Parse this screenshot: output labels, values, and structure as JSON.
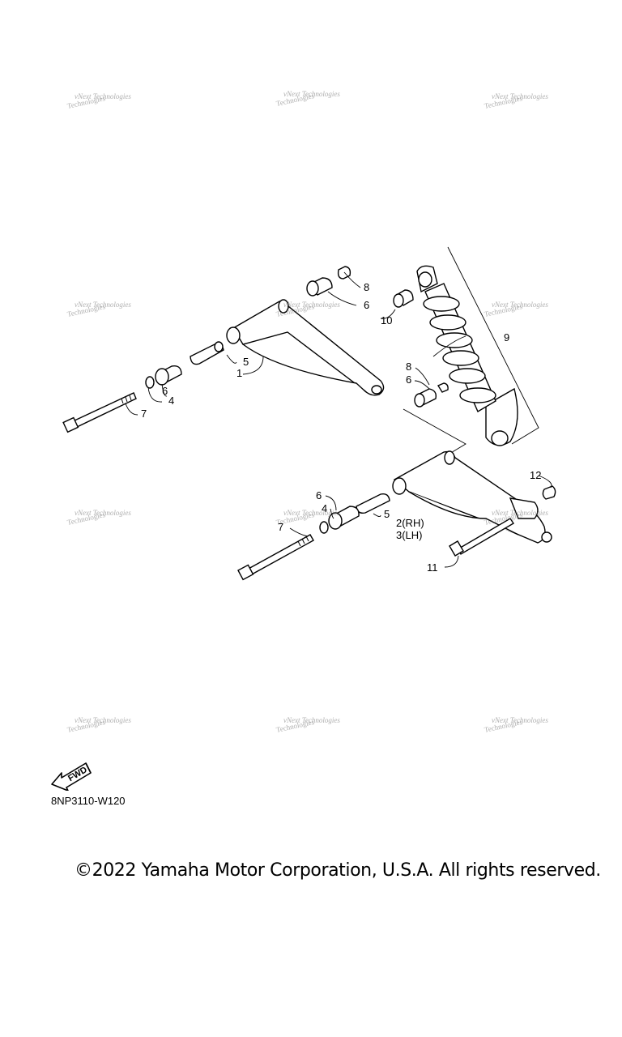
{
  "watermark": {
    "line1": "vNext Technologies",
    "line2": "Technologies"
  },
  "callouts": {
    "c8_top": "8",
    "c6_top": "6",
    "c10": "10",
    "c9": "9",
    "c5_top": "5",
    "c1": "1",
    "c6_left": "6",
    "c4_left": "4",
    "c7_top": "7",
    "c8_mid": "8",
    "c6_mid": "6",
    "c12": "12",
    "c6_lower": "6",
    "c4_lower": "4",
    "c7_lower": "7",
    "c5_lower": "5",
    "c2": "2(RH)",
    "c3": "3(LH)",
    "c11": "11"
  },
  "fwd_label": "FWD",
  "diagram_code": "8NP3110-W120",
  "copyright": "©2022 Yamaha Motor Corporation, U.S.A. All rights reserved."
}
